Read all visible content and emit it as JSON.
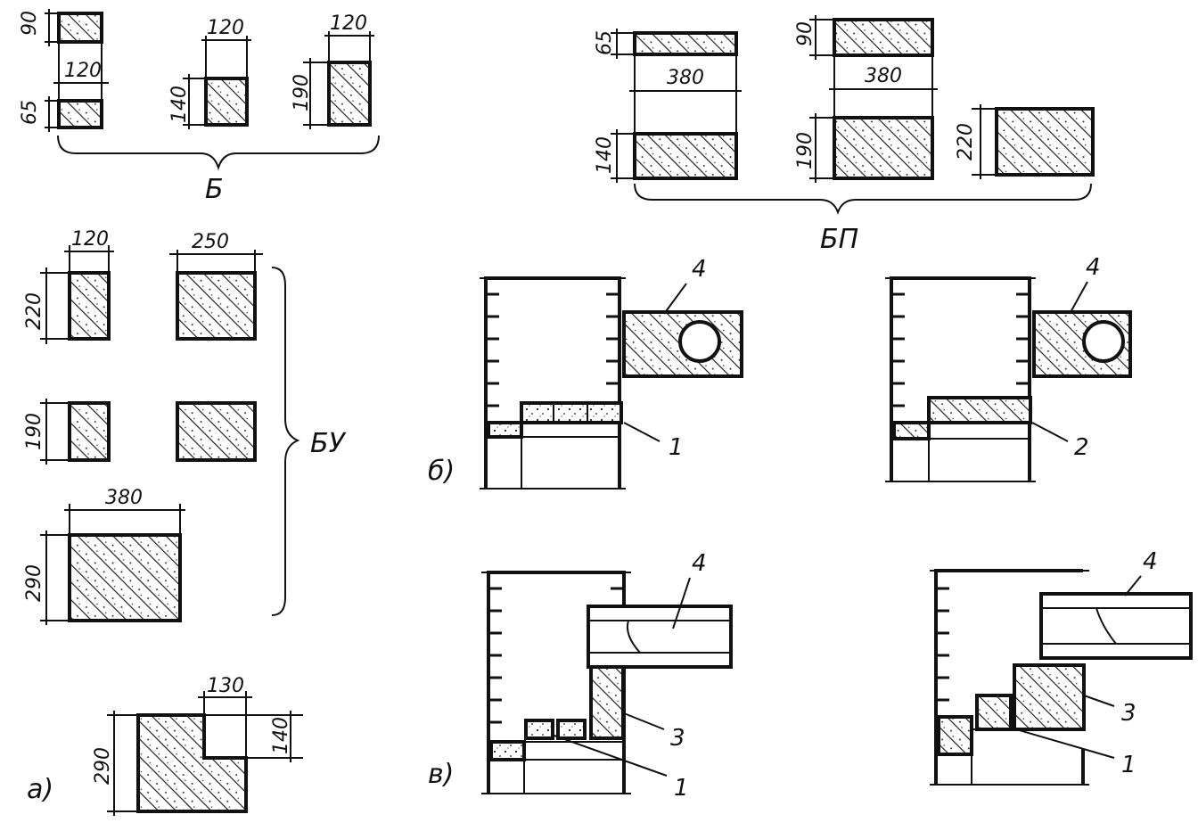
{
  "group_b": {
    "label": "Б",
    "dims": {
      "h90": "90",
      "w120a": "120",
      "h65": "65",
      "w120b": "120",
      "h140": "140",
      "w120c": "120",
      "h190": "190"
    }
  },
  "group_bp": {
    "label": "БП",
    "dims": {
      "h65": "65",
      "w380a": "380",
      "h140": "140",
      "h90": "90",
      "w380b": "380",
      "h190": "190",
      "h220": "220"
    }
  },
  "group_bu": {
    "label": "БУ",
    "dims": {
      "w120": "120",
      "h220": "220",
      "w250": "250",
      "h190": "190",
      "w380": "380",
      "h290": "290"
    }
  },
  "corner_block": {
    "dims": {
      "w130": "130",
      "h140": "140",
      "h290": "290"
    }
  },
  "subfigure_labels": {
    "a": "а)",
    "b": "б)",
    "v": "в)"
  },
  "callouts": {
    "b_left": {
      "n4": "4",
      "n1": "1"
    },
    "b_right": {
      "n4": "4",
      "n2": "2"
    },
    "v_left": {
      "n4": "4",
      "n3": "3",
      "n1": "1"
    },
    "v_right": {
      "n4": "4",
      "n3": "3",
      "n1": "1"
    }
  }
}
